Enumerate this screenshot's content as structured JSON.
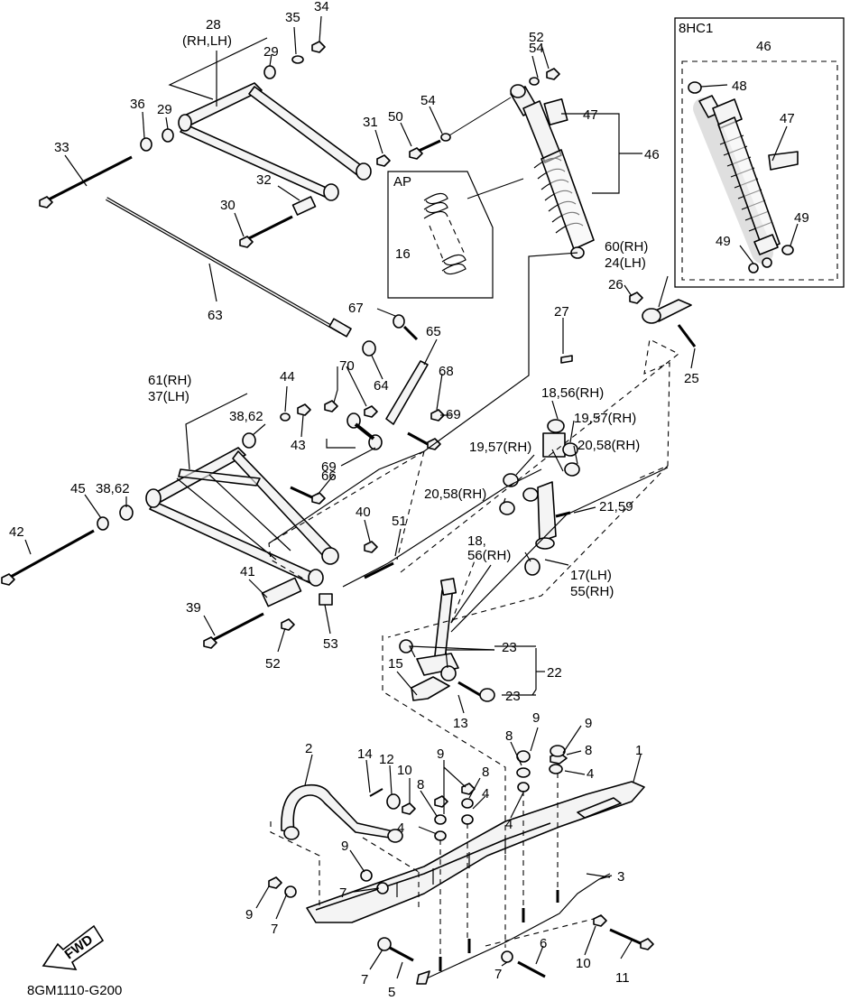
{
  "diagram_code": "8GM1110-G200",
  "inset": {
    "title": "8HC1",
    "labels": [
      "46",
      "48",
      "47",
      "49",
      "49"
    ]
  },
  "detail_box": {
    "title": "AP",
    "label": "16"
  },
  "fwd_label": "FWD",
  "callouts": [
    "28",
    "(RH,LH)",
    "35",
    "34",
    "29",
    "29",
    "36",
    "31",
    "33",
    "32",
    "30",
    "63",
    "54",
    "52",
    "54",
    "50",
    "47",
    "46",
    "60(RH)",
    "24(LH)",
    "26",
    "25",
    "27",
    "67",
    "65",
    "68",
    "69",
    "64",
    "70",
    "44",
    "43",
    "38,62",
    "61(RH)",
    "37(LH)",
    "66",
    "69",
    "45",
    "38,62",
    "42",
    "40",
    "51",
    "41",
    "39",
    "52",
    "53",
    "18,56(RH)",
    "19,57(RH)",
    "19,57(RH)",
    "20,58(RH)",
    "20,58(RH)",
    "21,59",
    "18,",
    "56(RH)",
    "17(LH)",
    "55(RH)",
    "23",
    "22",
    "23",
    "15",
    "13",
    "9",
    "9",
    "8",
    "4",
    "14",
    "12",
    "10",
    "8",
    "9",
    "8",
    "4",
    "8",
    "4",
    "4",
    "2",
    "1",
    "3",
    "9",
    "7",
    "9",
    "7",
    "10",
    "11",
    "6",
    "7",
    "5",
    "7"
  ]
}
